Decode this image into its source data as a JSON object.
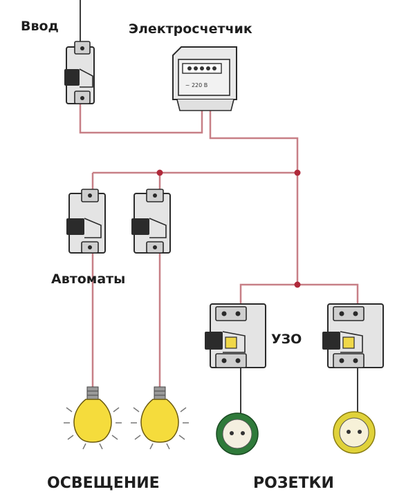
{
  "labels": {
    "input": "Ввод",
    "meter": "Электросчетчик",
    "meter_display": "~ 220 В",
    "breakers": "Автоматы",
    "rcd": "УЗО",
    "lighting": "ОСВЕЩЕНИЕ",
    "sockets": "РОЗЕТКИ"
  },
  "colors": {
    "wire": "#c77f86",
    "junction": "#b0293a",
    "device_body": "#e4e4e4",
    "bulb": "#f5dc3c",
    "socket_left_ring": "#2f7a3a",
    "socket_right_ring": "#e0d23a"
  },
  "components": {
    "icons": [
      "breaker-icon",
      "meter-icon",
      "rcd-icon",
      "bulb-icon",
      "socket-icon"
    ]
  }
}
